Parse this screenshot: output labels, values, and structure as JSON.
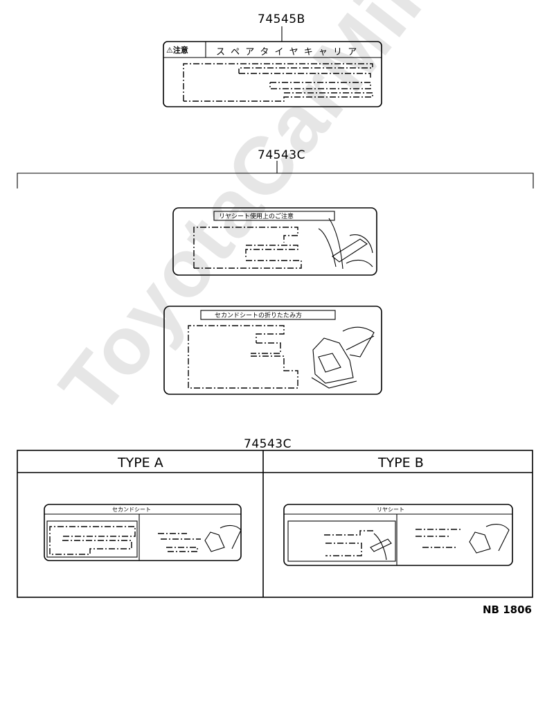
{
  "watermark": "ToyotaCarMine.ru",
  "labels": {
    "top_part": "74545B",
    "middle_part": "74543C",
    "table_part": "74543C",
    "ref_code": "NB 1806"
  },
  "label1": {
    "caution": "⚠注意",
    "title": "ス ペ ア タ イ ヤ キ ャ リ ア"
  },
  "label2": {
    "title": "リヤシート使用上のご注意"
  },
  "label3": {
    "title": "セカンドシートの折りたたみ方"
  },
  "table": {
    "type_a": "TYPE A",
    "type_b": "TYPE B",
    "type_a_header": "セカンドシート",
    "type_b_header": "リヤシート"
  }
}
